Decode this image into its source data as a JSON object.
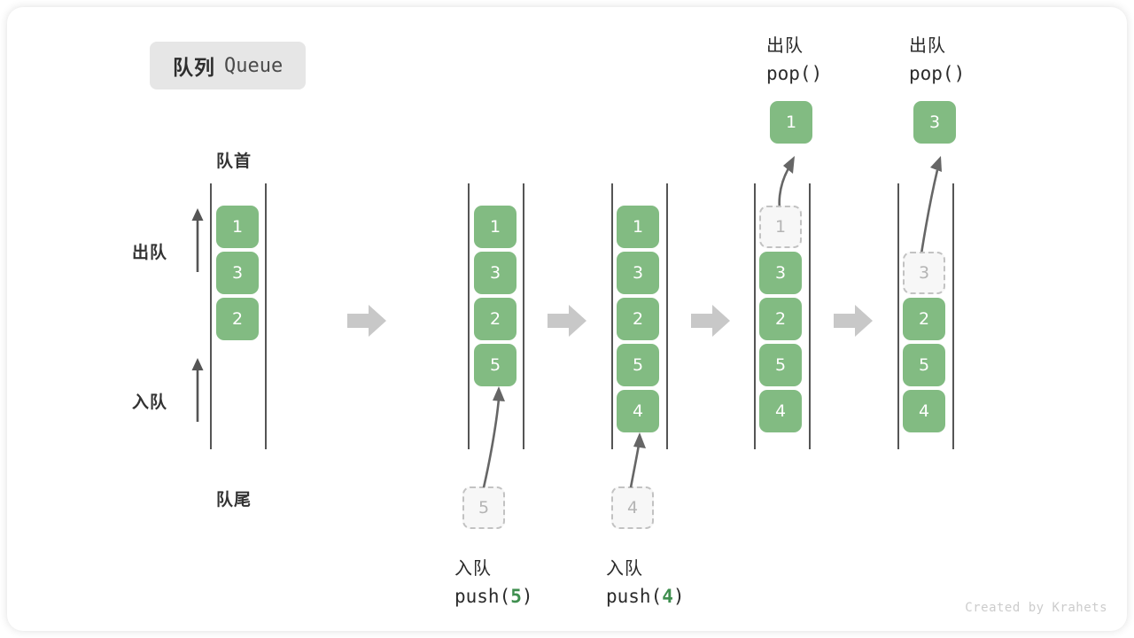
{
  "title": {
    "cn": "队列",
    "en": "Queue"
  },
  "labels": {
    "head": "队首",
    "tail": "队尾",
    "dequeue_dir": "出队",
    "enqueue_dir": "入队"
  },
  "credit": "Created by Krahets",
  "colors": {
    "element_fill": "#82bb82",
    "element_text": "#ffffff",
    "ghost_fill": "#f7f7f7",
    "ghost_border": "#c2c2c2",
    "ghost_text": "#b4b4b4",
    "rail": "#555555",
    "block_arrow": "#c8c8c8",
    "motion_arrow": "#666666",
    "chip_bg": "#e6e6e6",
    "code_arg": "#3f8f4f",
    "credit_text": "#cccccc"
  },
  "stages": [
    {
      "id": "initial",
      "elements": [
        "1",
        "3",
        "2"
      ],
      "ghost_in_queue": null,
      "popped_element": null,
      "incoming_ghost": null,
      "operation": null
    },
    {
      "id": "push-5",
      "elements": [
        "1",
        "3",
        "2",
        "5"
      ],
      "ghost_in_queue": null,
      "popped_element": null,
      "incoming_ghost": "5",
      "operation": {
        "cn": "入队",
        "fn": "push(",
        "arg": "5",
        "fn_close": ")"
      }
    },
    {
      "id": "push-4",
      "elements": [
        "1",
        "3",
        "2",
        "5",
        "4"
      ],
      "ghost_in_queue": null,
      "popped_element": null,
      "incoming_ghost": "4",
      "operation": {
        "cn": "入队",
        "fn": "push(",
        "arg": "4",
        "fn_close": ")"
      }
    },
    {
      "id": "pop-1",
      "elements": [
        "3",
        "2",
        "5",
        "4"
      ],
      "ghost_in_queue": "1",
      "popped_element": "1",
      "incoming_ghost": null,
      "operation": {
        "cn": "出队",
        "fn": "pop(",
        "arg": "",
        "fn_close": ")"
      }
    },
    {
      "id": "pop-3",
      "elements": [
        "2",
        "5",
        "4"
      ],
      "ghost_in_queue": "3",
      "popped_element": "3",
      "incoming_ghost": null,
      "operation": {
        "cn": "出队",
        "fn": "pop(",
        "arg": "",
        "fn_close": ")"
      }
    }
  ],
  "separators": [
    "arrow-right-icon",
    "arrow-right-icon",
    "arrow-right-icon",
    "arrow-right-icon"
  ]
}
